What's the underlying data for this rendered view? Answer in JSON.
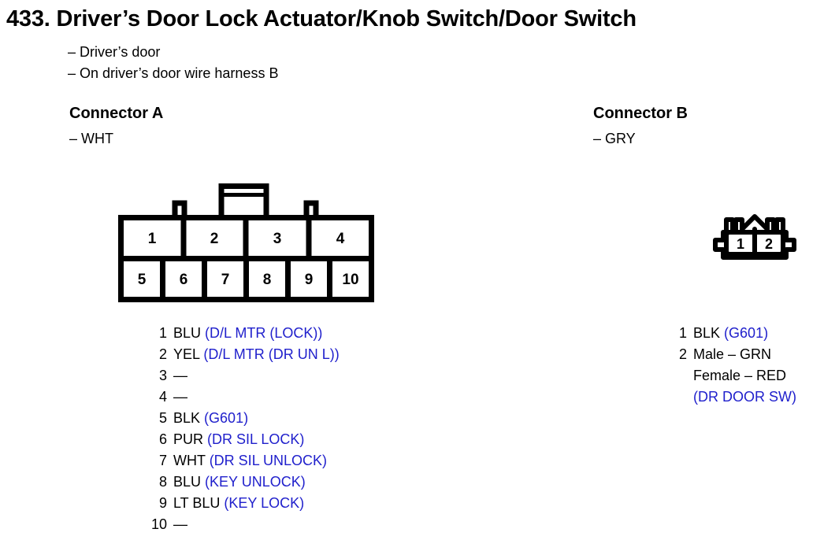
{
  "page": {
    "title": "433. Driver’s Door Lock Actuator/Knob Switch/Door Switch",
    "subtitles": [
      "– Driver’s door",
      "– On driver’s door wire harness B"
    ]
  },
  "colors": {
    "description_blue": "#2020CC",
    "text_black": "#000000",
    "background": "#FFFFFF"
  },
  "connector_a": {
    "heading": "Connector A",
    "color_label": "– WHT",
    "diagram": {
      "top_row_numbers": [
        "1",
        "2",
        "3",
        "4"
      ],
      "bottom_row_numbers": [
        "5",
        "6",
        "7",
        "8",
        "9",
        "10"
      ]
    },
    "pins": [
      {
        "no": "1",
        "wire": "BLU",
        "desc": "(D/L MTR (LOCK))"
      },
      {
        "no": "2",
        "wire": "YEL",
        "desc": "(D/L MTR (DR UN L))"
      },
      {
        "no": "3",
        "wire": "—",
        "desc": ""
      },
      {
        "no": "4",
        "wire": "—",
        "desc": ""
      },
      {
        "no": "5",
        "wire": "BLK",
        "desc": "(G601)"
      },
      {
        "no": "6",
        "wire": "PUR",
        "desc": "(DR SIL LOCK)"
      },
      {
        "no": "7",
        "wire": "WHT",
        "desc": "(DR SIL UNLOCK)"
      },
      {
        "no": "8",
        "wire": "BLU",
        "desc": "(KEY UNLOCK)"
      },
      {
        "no": "9",
        "wire": "LT BLU",
        "desc": "(KEY LOCK)"
      },
      {
        "no": "10",
        "wire": "—",
        "desc": ""
      }
    ]
  },
  "connector_b": {
    "heading": "Connector B",
    "color_label": "– GRY",
    "diagram": {
      "cell_numbers": [
        "1",
        "2"
      ]
    },
    "pins": [
      {
        "no": "1",
        "wire": "BLK",
        "desc": "(G601)"
      },
      {
        "no": "2",
        "wire": "Male – GRN",
        "line2": "Female – RED",
        "desc": "(DR DOOR SW)"
      }
    ]
  }
}
